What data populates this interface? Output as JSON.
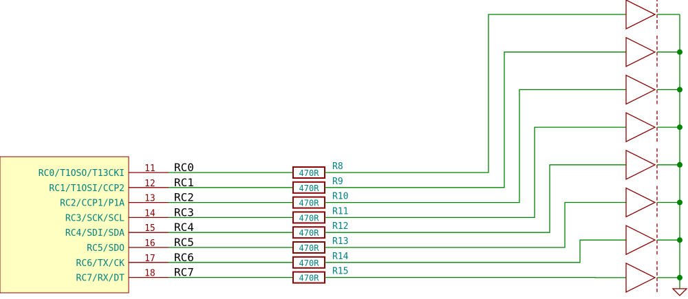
{
  "ic_pins": [
    {
      "name": "RC0/T1OSO/T13CKI",
      "number": "11",
      "net": "RC0"
    },
    {
      "name": "RC1/T1OSI/CCP2",
      "number": "12",
      "net": "RC1"
    },
    {
      "name": "RC2/CCP1/P1A",
      "number": "13",
      "net": "RC2"
    },
    {
      "name": "RC3/SCK/SCL",
      "number": "14",
      "net": "RC3"
    },
    {
      "name": "RC4/SDI/SDA",
      "number": "15",
      "net": "RC4"
    },
    {
      "name": "RC5/SDO",
      "number": "16",
      "net": "RC5"
    },
    {
      "name": "RC6/TX/CK",
      "number": "17",
      "net": "RC6"
    },
    {
      "name": "RC7/RX/DT",
      "number": "18",
      "net": "RC7"
    }
  ],
  "resistors": [
    {
      "ref": "R8",
      "value": "470R"
    },
    {
      "ref": "R9",
      "value": "470R"
    },
    {
      "ref": "R10",
      "value": "470R"
    },
    {
      "ref": "R11",
      "value": "470R"
    },
    {
      "ref": "R12",
      "value": "470R"
    },
    {
      "ref": "R13",
      "value": "470R"
    },
    {
      "ref": "R14",
      "value": "470R"
    },
    {
      "ref": "R15",
      "value": "470R"
    }
  ],
  "colors": {
    "ic_body": "#ffffc2",
    "wire": "#008400",
    "part": "#8b0000",
    "pin_text": "#00807f"
  }
}
